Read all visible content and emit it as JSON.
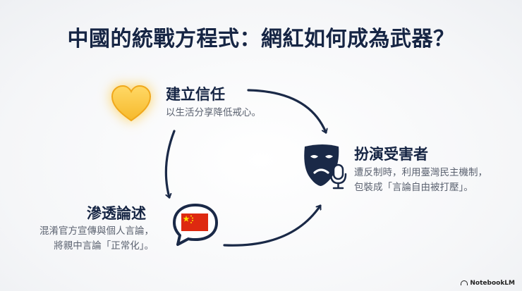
{
  "title": "中國的統戰方程式：網紅如何成為武器？",
  "nodes": {
    "trust": {
      "title": "建立信任",
      "desc": "以生活分享降低戒心。",
      "icon": "heart-icon",
      "color": "#f6b92b"
    },
    "victim": {
      "title": "扮演受害者",
      "desc_lines": [
        "遭反制時，利用臺灣民主機制，",
        "包裝成「言論自由被打壓」。"
      ],
      "icon": "theater-mask-microphone-icon"
    },
    "infiltrate": {
      "title": "滲透論述",
      "desc_lines": [
        "混淆官方宣傳與個人言論，",
        "將親中言論「正常化」。"
      ],
      "icon": "speech-bubble-china-flag-icon",
      "flag_color": "#de2910"
    }
  },
  "brand": "NotebookLM",
  "colors": {
    "navy": "#1a2947",
    "text_gray": "#5b6270",
    "heart_gold": "#f6b92b"
  }
}
